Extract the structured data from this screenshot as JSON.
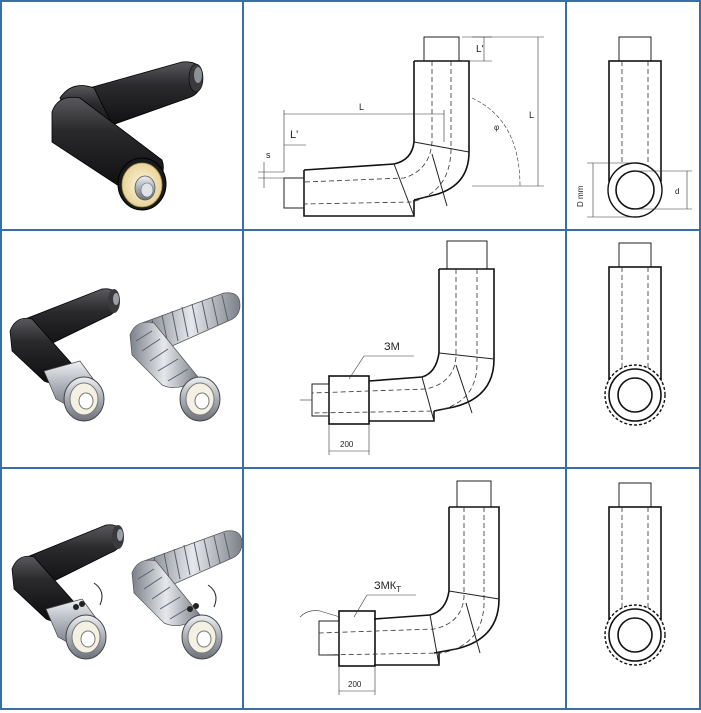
{
  "rows": [
    {
      "id": "row-1",
      "variant": "plain",
      "labels": {
        "L_top": "L'",
        "L_main": "L",
        "L_left": "L'",
        "s": "s",
        "L_vert": "L",
        "phi": "φ",
        "Dmm": "D mm",
        "d": "d"
      }
    },
    {
      "id": "row-2",
      "variant": "terminal",
      "labels": {
        "part": "ЗМ",
        "dim200": "200"
      }
    },
    {
      "id": "row-3",
      "variant": "terminal-cable",
      "labels": {
        "part": "ЗМК",
        "part_sub": "Т",
        "dim200": "200"
      }
    }
  ],
  "colors": {
    "grid": "#3b6ea5",
    "jacket": "#1d1d1f",
    "foam": "#f3e2b0",
    "steel": "#b8bcc4"
  }
}
